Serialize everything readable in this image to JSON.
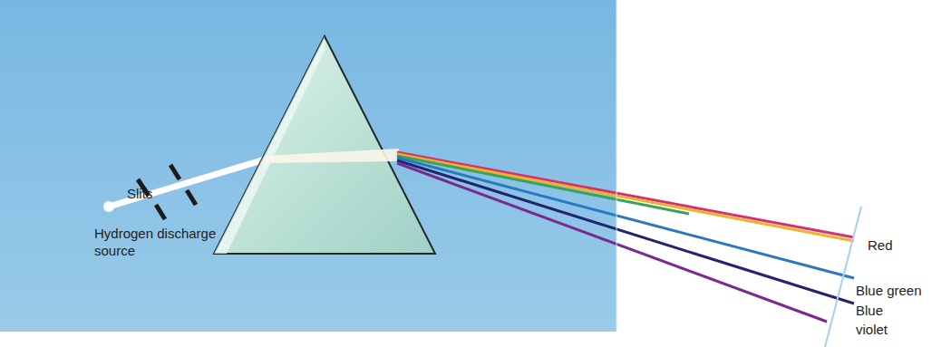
{
  "diagram": {
    "labels": [
      "Slits",
      "Hydrogen discharge source",
      "Red",
      "Blue green",
      "Blue",
      "violet"
    ]
  }
}
